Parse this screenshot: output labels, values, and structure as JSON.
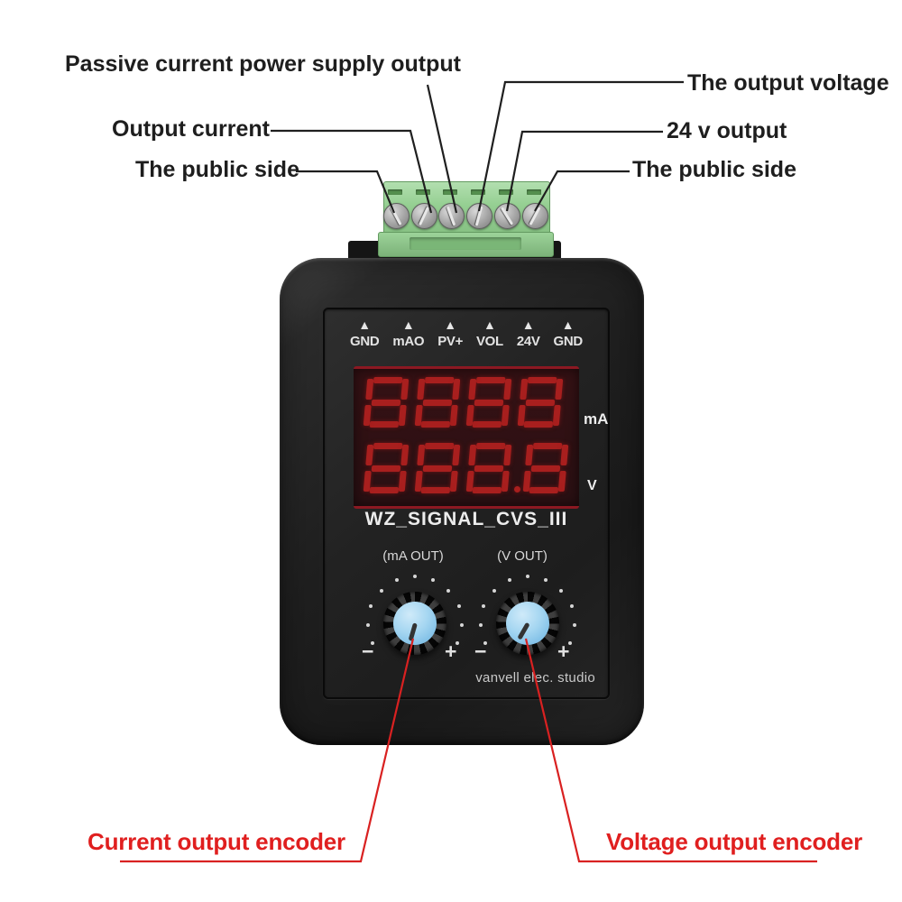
{
  "callouts": {
    "passive_current": "Passive current power supply output",
    "output_current": "Output current",
    "public_side_left": "The public side",
    "output_voltage": "The output voltage",
    "v24_output": "24 v output",
    "public_side_right": "The public side",
    "current_encoder": "Current output encoder",
    "voltage_encoder": "Voltage output encoder"
  },
  "colors": {
    "callout_line": "#1f1f1f",
    "encoder_line": "#d92121",
    "encoder_text": "#e01f1f",
    "terminal_green": "#95cf92",
    "display_segment": "#a81f1e",
    "knob_cap_blue": "#a5d6f1",
    "device_body": "#1f1f1f"
  },
  "device": {
    "terminal_count": 6,
    "panel": {
      "port_labels": [
        "GND",
        "mAO",
        "PV+",
        "VOL",
        "24V",
        "GND"
      ],
      "display": {
        "row1": {
          "digits": "8888",
          "unit": "mA"
        },
        "row2": {
          "digits": "888.8",
          "unit": "V"
        }
      },
      "model": "WZ_SIGNAL_CVS_III",
      "knobs": [
        {
          "label": "(mA OUT)",
          "minus": "−",
          "plus": "+"
        },
        {
          "label": "(V OUT)",
          "minus": "−",
          "plus": "+"
        }
      ],
      "brand": "vanvell elec. studio"
    }
  }
}
